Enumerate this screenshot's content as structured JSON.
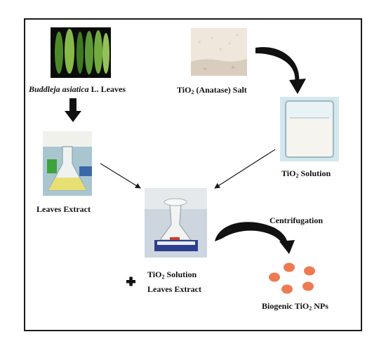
{
  "labels": {
    "leaves_name": "Buddleja asiatica",
    "leaves_suffix": " L. Leaves",
    "salt_pre": "TiO",
    "salt_sub": "2",
    "salt_post": " (Anatase) Salt",
    "solution_pre": "TiO",
    "solution_sub": "2",
    "solution_post": " Solution",
    "extract": "Leaves Extract",
    "mix_line1_pre": "TiO",
    "mix_line1_sub": "2",
    "mix_line1_post": " Solution",
    "mix_line2": "Leaves Extract",
    "centrifugation": "Centrifugation",
    "np_pre": "Biogenic TiO",
    "np_sub": "2",
    "np_post": " NPs"
  },
  "icons": {
    "plus": "plus-icon",
    "arrows": "black-arrow-icon",
    "nanoparticles": "nanoparticle-dots-icon"
  },
  "colors": {
    "frame": "#1a1a1a",
    "leaf_green": "#6fa83a",
    "leaf_bg": "#0b0b0b",
    "salt": "#f2ebe2",
    "solution": "#f4f2ee",
    "extract": "#e8e07a",
    "particles": "#ee7a52"
  }
}
